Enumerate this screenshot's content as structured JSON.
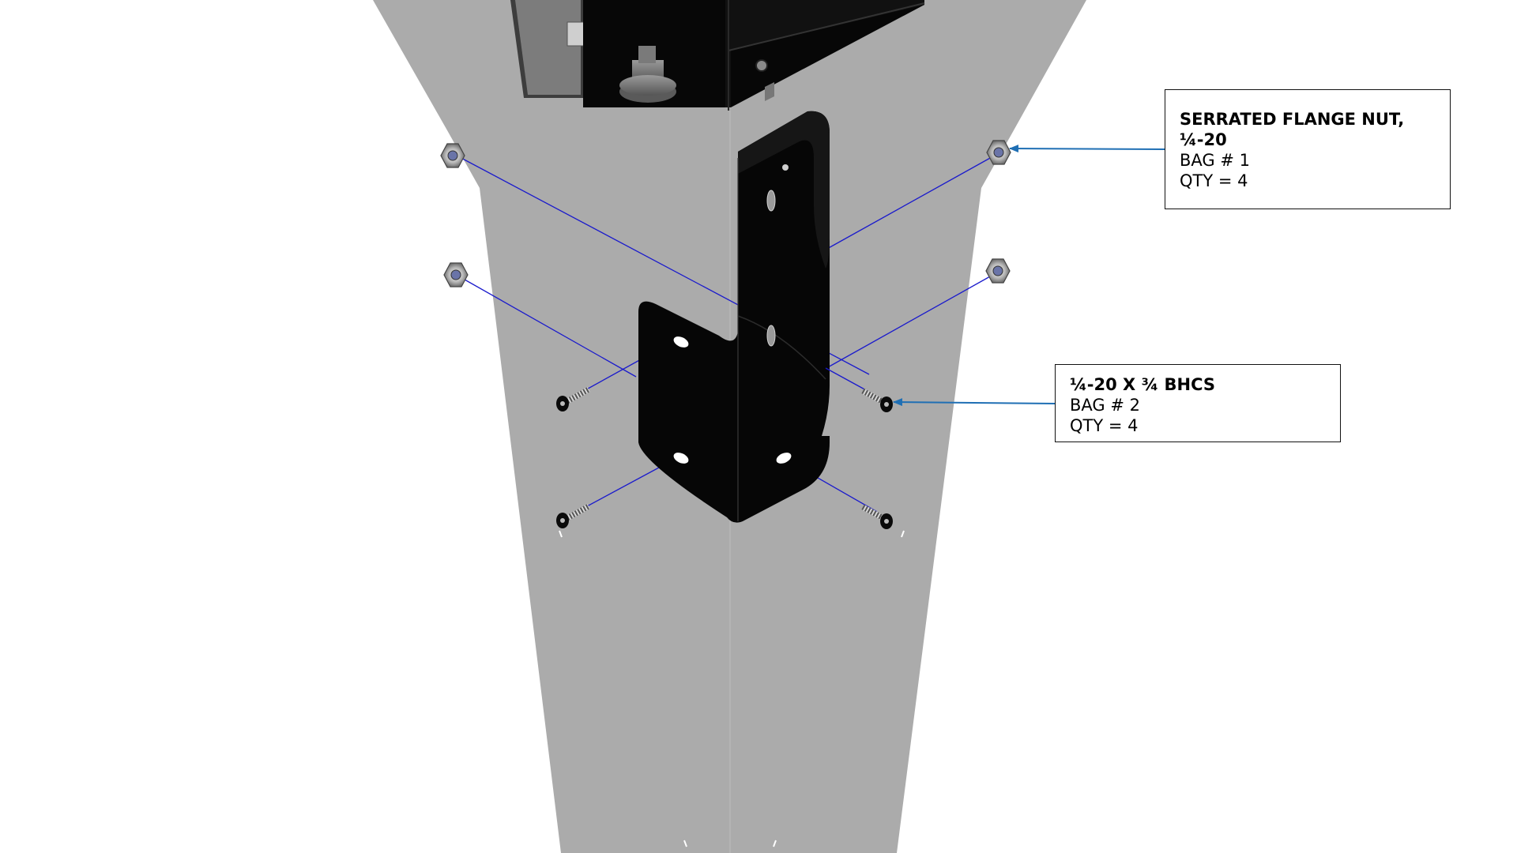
{
  "callouts": {
    "nut": {
      "title_line1": "SERRATED FLANGE NUT,",
      "title_line2": "¼-20",
      "bag": "BAG # 1",
      "qty": "QTY = 4"
    },
    "screw": {
      "title": "¼-20 X ¾ BHCS",
      "bag": "BAG # 2",
      "qty": "QTY = 4"
    }
  },
  "colors": {
    "post": "#ababab",
    "bracket": "#0c0c0c",
    "alignment_line": "#1a1acc",
    "leader_arrow": "#1f6fb4",
    "callout_border": "#111111"
  },
  "icons": {
    "nut": "hex-flange-nut-icon",
    "screw": "button-head-cap-screw-icon"
  }
}
